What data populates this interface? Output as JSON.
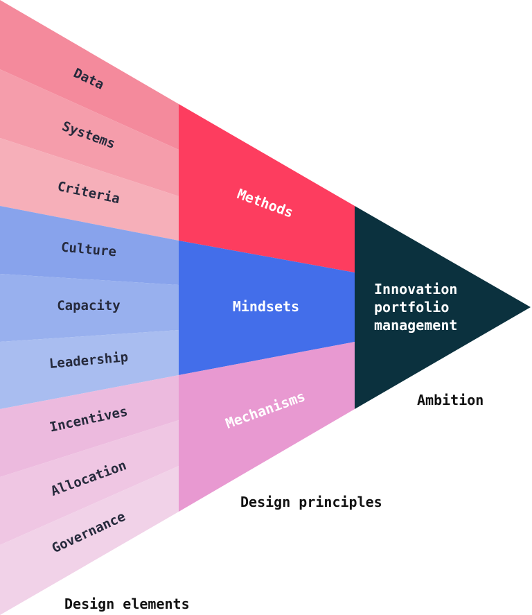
{
  "elements": {
    "caption": "Design elements",
    "items": [
      {
        "label": "Data",
        "color": "#f48a9c"
      },
      {
        "label": "Systems",
        "color": "#f59dab"
      },
      {
        "label": "Criteria",
        "color": "#f6afb9"
      },
      {
        "label": "Culture",
        "color": "#88a3ec"
      },
      {
        "label": "Capacity",
        "color": "#98b0ee"
      },
      {
        "label": "Leadership",
        "color": "#a9bdf0"
      },
      {
        "label": "Incentives",
        "color": "#ecbade"
      },
      {
        "label": "Allocation",
        "color": "#efc6e3"
      },
      {
        "label": "Governance",
        "color": "#f1d2e8"
      }
    ]
  },
  "principles": {
    "caption": "Design principles",
    "items": [
      {
        "label": "Methods",
        "color": "#fd3d5f"
      },
      {
        "label": "Mindsets",
        "color": "#436eea"
      },
      {
        "label": "Mechanisms",
        "color": "#e899d1"
      }
    ]
  },
  "ambition": {
    "caption": "Ambition",
    "lines": [
      "Innovation",
      "portfolio",
      "management"
    ],
    "color": "#0b313e"
  },
  "colors": {
    "dark_text": "#262a3c",
    "light_text": "#ffffff"
  }
}
